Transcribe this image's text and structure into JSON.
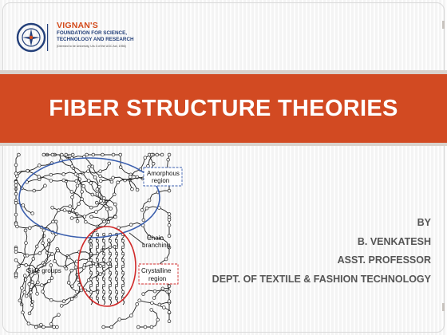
{
  "logo": {
    "name": "VIGNAN'S",
    "line1": "FOUNDATION FOR SCIENCE,",
    "line2": "TECHNOLOGY AND RESEARCH",
    "small": "(Deemed to be University, U/s 3 of the UGC Act, 1956)"
  },
  "title": "FIBER STRUCTURE THEORIES",
  "diagram": {
    "amorphous_label": [
      "Amorphous",
      "region"
    ],
    "chain_label": [
      "Chain",
      "branching"
    ],
    "crystalline_label": [
      "Crystalline",
      "region"
    ],
    "side_label": "Side groups"
  },
  "author": {
    "by": "BY",
    "name": "B. VENKATESH",
    "designation": "ASST. PROFESSOR",
    "department": "DEPT. OF TEXTILE & FASHION TECHNOLOGY"
  },
  "colors": {
    "band": "#d24a22",
    "logo_red": "#d44a1a",
    "logo_blue": "#24407a",
    "amorphous_ellipse": "#3b5fae",
    "crystalline_ellipse": "#d12a2a"
  }
}
